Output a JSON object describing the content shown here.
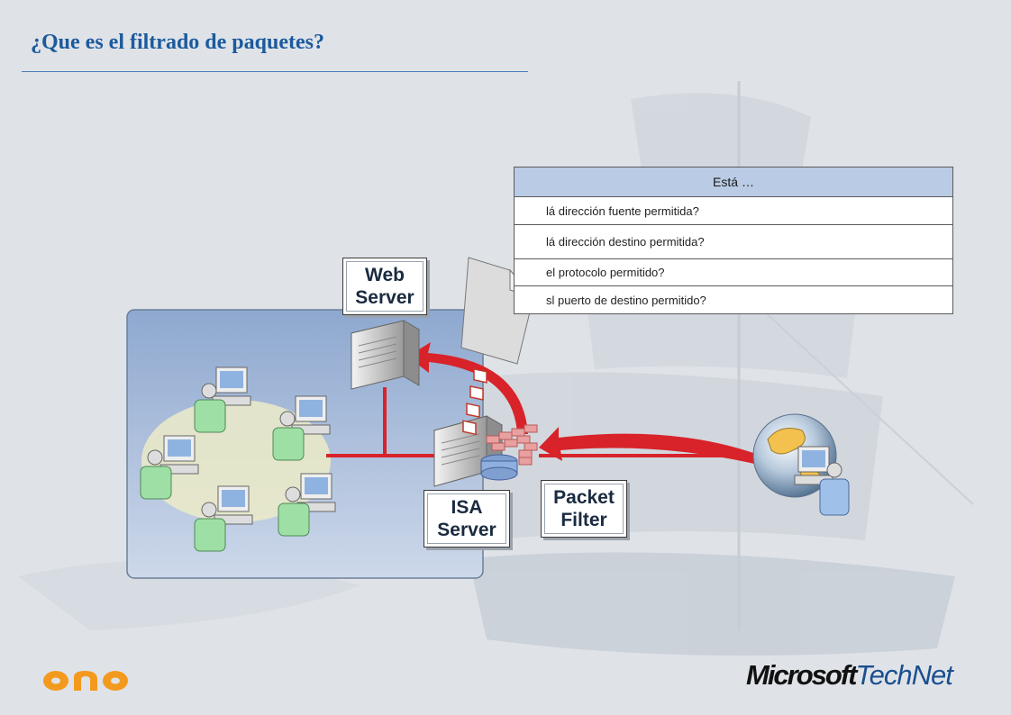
{
  "slide": {
    "title": "¿Que es el filtrado de paquetes?"
  },
  "labels": {
    "web_server": "Web\nServer",
    "isa_server": "ISA\nServer",
    "packet_filter": "Packet\nFilter"
  },
  "criteria_table": {
    "header": "Está …",
    "rows": [
      "lá dirección fuente permitida?",
      "lá dirección destino permitida?",
      "el protocolo permitido?",
      "sl puerto de destino permitido?"
    ]
  },
  "logos": {
    "left_logo_text": "ono",
    "right_logo_brand": "Microsoft",
    "right_logo_product": "TechNet"
  },
  "colors": {
    "title": "#1c5a9c",
    "network_panel": "#92a9cf",
    "flow_red": "#d8232a",
    "table_header": "#b9cbe5",
    "ono_orange": "#f39a1e"
  }
}
